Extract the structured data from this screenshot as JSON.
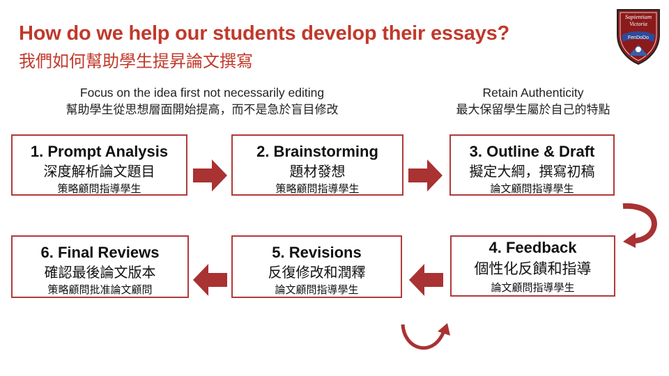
{
  "header": {
    "title_en": "How do we help our students develop their essays?",
    "title_zh": "我們如何幫助學生提昇論文撰寫"
  },
  "logo": {
    "line1": "Sapientiam",
    "line2": "Victoria",
    "banner": "FenDoDo",
    "icon": "shield-logo-icon"
  },
  "notes": {
    "left_en": "Focus on the idea first not necessarily editing",
    "left_zh": "幫助學生從思想層面開始提高，而不是急於盲目修改",
    "right_en": "Retain Authenticity",
    "right_zh": "最大保留學生屬於自己的特點"
  },
  "steps": [
    {
      "title": "1. Prompt Analysis",
      "zh": "深度解析論文題目",
      "role": "策略顧問指導學生"
    },
    {
      "title": "2. Brainstorming",
      "zh": "題材發想",
      "role": "策略顧問指導學生"
    },
    {
      "title": "3. Outline & Draft",
      "zh": "擬定大綱，撰寫初稿",
      "role": "論文顧問指導學生"
    },
    {
      "title": "4. Feedback",
      "zh": "個性化反饋和指導",
      "role": "論文顧問指導學生"
    },
    {
      "title": "5. Revisions",
      "zh": "反復修改和潤釋",
      "role": "論文顧問指導學生"
    },
    {
      "title": "6. Final Reviews",
      "zh": "確認最後論文版本",
      "role": "策略顧問批准論文顧問"
    }
  ],
  "colors": {
    "accent": "#c0392b",
    "arrow": "#a93232",
    "box_border": "#b03a3a",
    "logo_fill": "#8b1a1a",
    "logo_banner": "#2f4a9a"
  }
}
